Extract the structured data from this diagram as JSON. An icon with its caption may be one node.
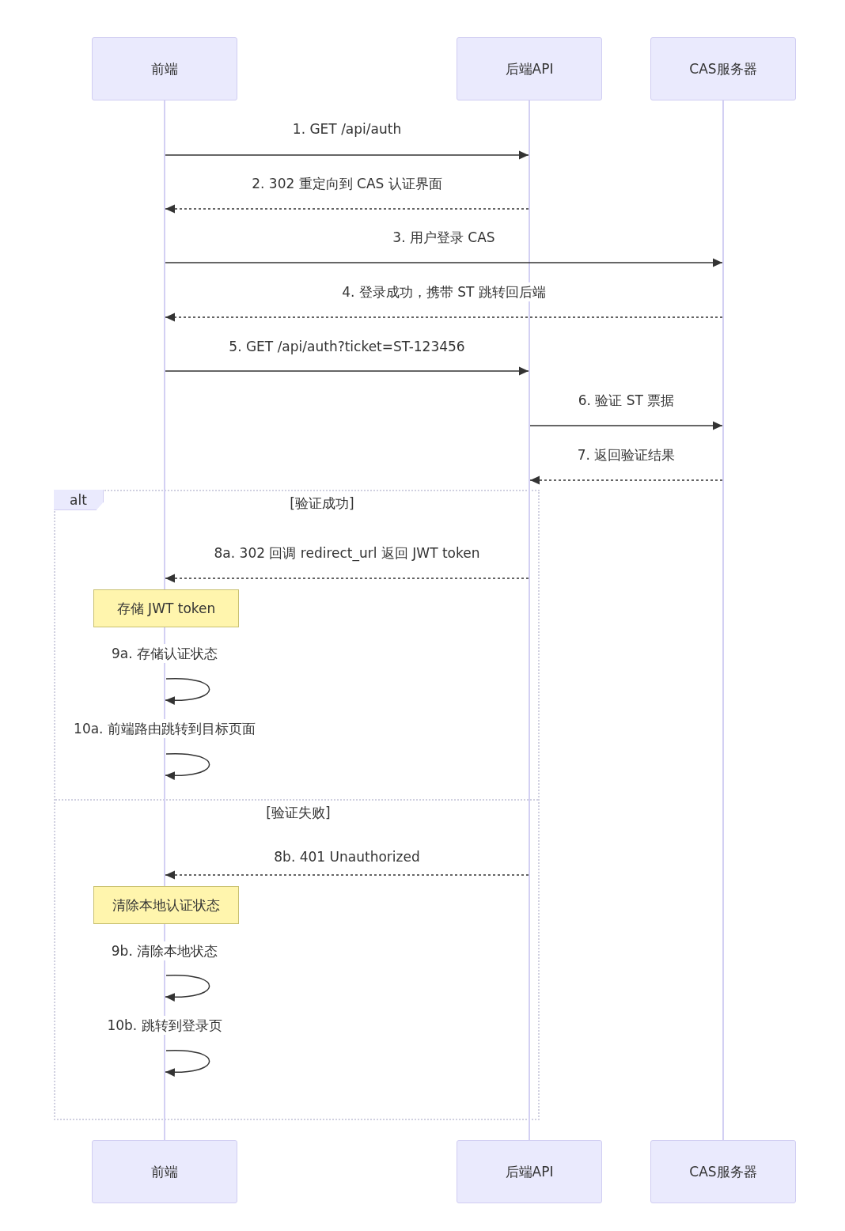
{
  "diagram": {
    "nodes": [
      {
        "text": [
          "前端"
        ]
      },
      {
        "text": [
          "后端API"
        ]
      },
      {
        "text": [
          "CAS服务器"
        ]
      },
      {
        "text": [
          "前端"
        ]
      },
      {
        "text": [
          "后端API"
        ]
      },
      {
        "text": [
          "CAS服务器"
        ]
      },
      {
        "text": [
          "alt",
          "[验证成功]",
          "[验证失败]"
        ]
      },
      {
        "text": [
          "存储 JWT token"
        ],
        "in": 6
      },
      {
        "text": [
          "清除本地认证状态"
        ],
        "in": 6
      },
      {
        "text": [],
        "shape": "bar"
      },
      {
        "text": [],
        "shape": "bar"
      },
      {
        "text": [],
        "shape": "bar"
      }
    ],
    "edges": [
      {
        "from": 9,
        "to": 10,
        "arrow": "to",
        "label": "1. GET /api/auth"
      },
      {
        "from": 10,
        "to": 9,
        "arrow": "to",
        "style": "dashed",
        "label": "2. 302 重定向到 CAS 认证界面"
      },
      {
        "from": 9,
        "to": 11,
        "arrow": "to",
        "label": "3. 用户登录 CAS"
      },
      {
        "from": 11,
        "to": 9,
        "arrow": "to",
        "style": "dashed",
        "label": "4. 登录成功，携带 ST 跳转回后端"
      },
      {
        "from": 9,
        "to": 10,
        "arrow": "to",
        "label": "5. GET /api/auth?ticket=ST-123456"
      },
      {
        "from": 10,
        "to": 11,
        "arrow": "to",
        "label": "6. 验证 ST 票据"
      },
      {
        "from": 11,
        "to": 10,
        "arrow": "to",
        "style": "dashed",
        "label": "7. 返回验证结果"
      },
      {
        "from": 10,
        "to": 9,
        "arrow": "to",
        "style": "dashed",
        "label": "8a. 302 回调 redirect_url 返回 JWT token"
      },
      {
        "from": 9,
        "to": 9,
        "arrow": "to",
        "label": "9a. 存储认证状态"
      },
      {
        "from": 9,
        "to": 9,
        "arrow": "to",
        "label": "10a. 前端路由跳转到目标页面"
      },
      {
        "from": 10,
        "to": 9,
        "arrow": "to",
        "style": "dashed",
        "label": "8b. 401 Unauthorized"
      },
      {
        "from": 9,
        "to": 9,
        "arrow": "to",
        "label": "9b. 清除本地状态"
      },
      {
        "from": 9,
        "to": 9,
        "arrow": "to",
        "label": "10b. 跳转到登录页"
      }
    ]
  }
}
